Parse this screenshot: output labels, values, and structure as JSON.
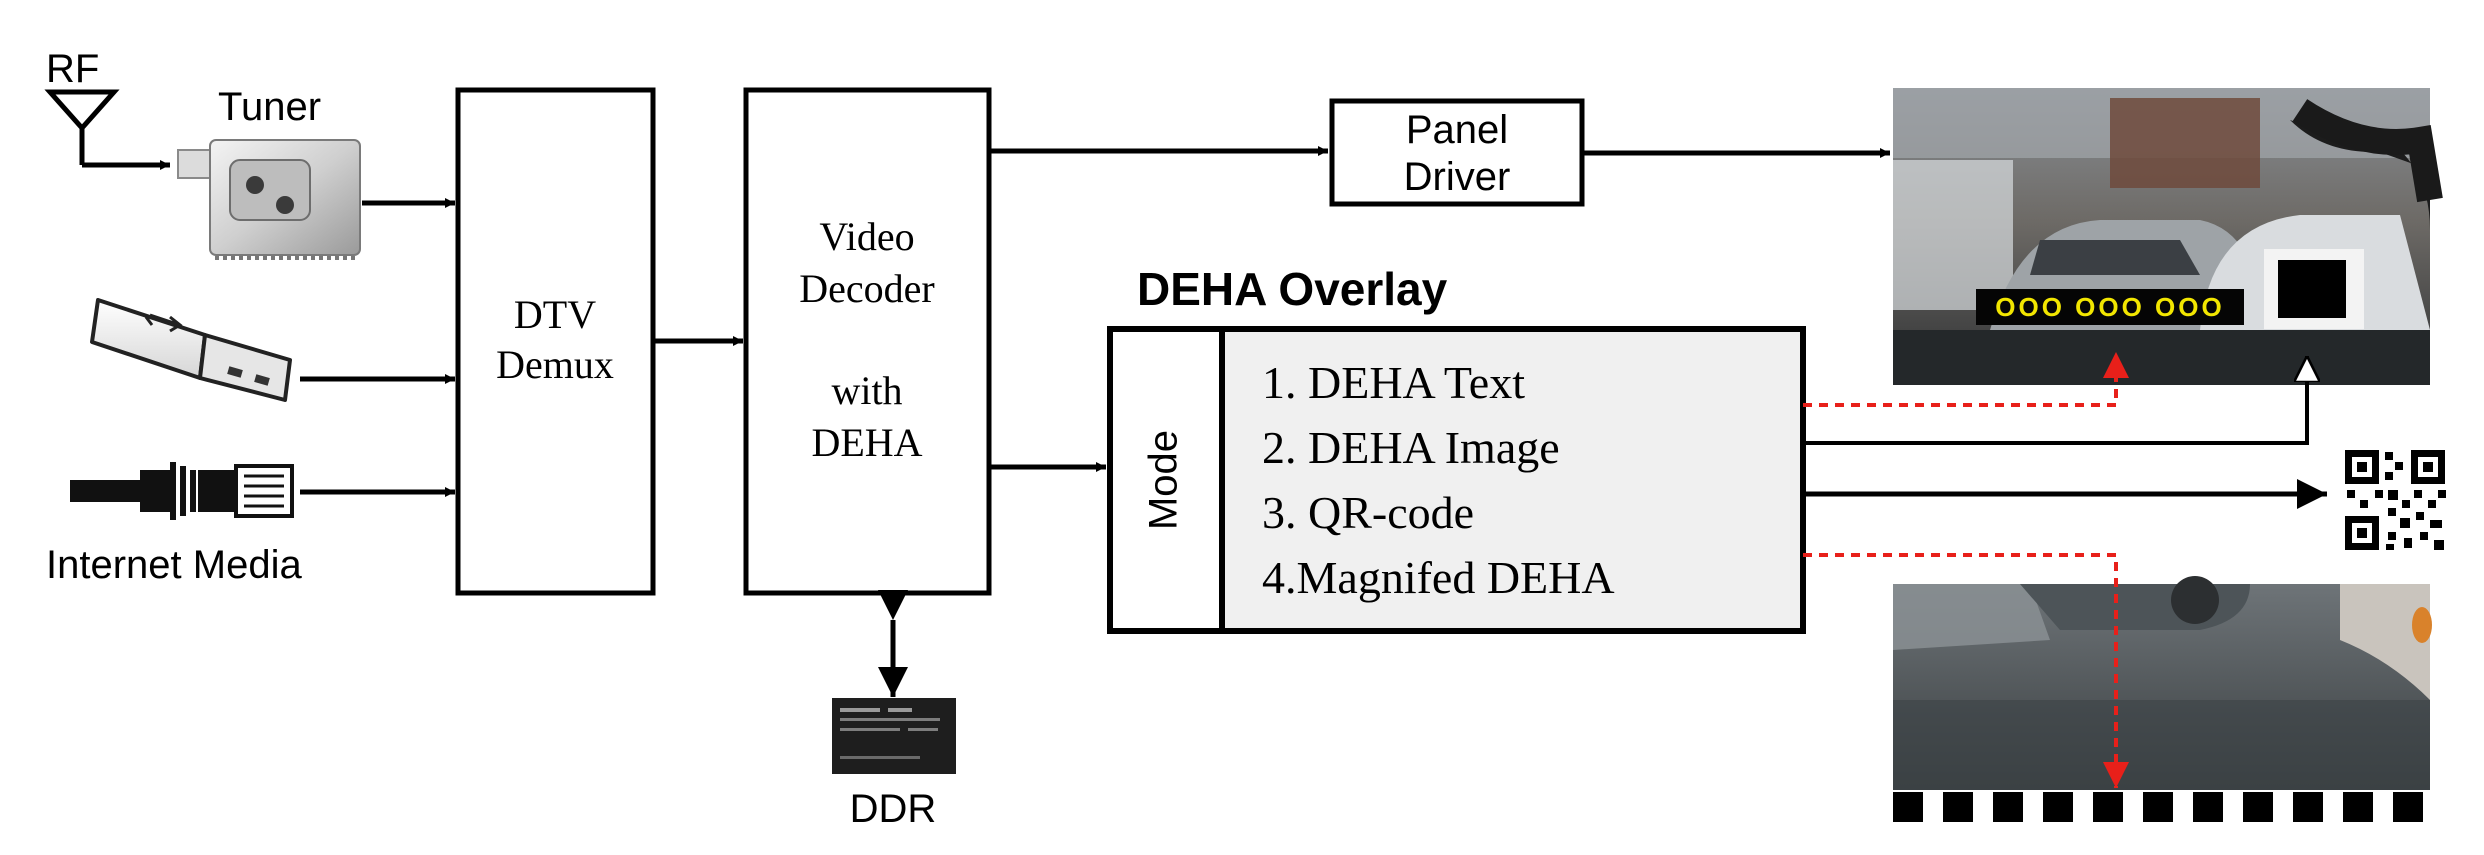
{
  "labels": {
    "rf": "RF",
    "tuner": "Tuner",
    "internet_media": "Internet Media",
    "ddr": "DDR",
    "dtv_demux": [
      "DTV",
      "Demux"
    ],
    "video_decoder": [
      "Video",
      "Decoder",
      "with",
      "DEHA"
    ],
    "panel_driver": [
      "Panel",
      "Driver"
    ],
    "deha_overlay_title": "DEHA Overlay",
    "mode": "Mode",
    "overlay_items": [
      "1. DEHA Text",
      "2. DEHA Image",
      "3. QR-code",
      "4.Magnifed DEHA"
    ],
    "deha_text_sample": "OOO  OOO  OOO"
  },
  "colors": {
    "line": "#000000",
    "dashed": "#e8201a",
    "overlay_fill": "#f0f0f0",
    "deha_text_color": "#f2e600"
  },
  "icons": [
    "antenna-icon",
    "tuner-icon",
    "usb-stick-icon",
    "ethernet-plug-icon",
    "ddr-chip-icon",
    "qr-code-icon"
  ]
}
